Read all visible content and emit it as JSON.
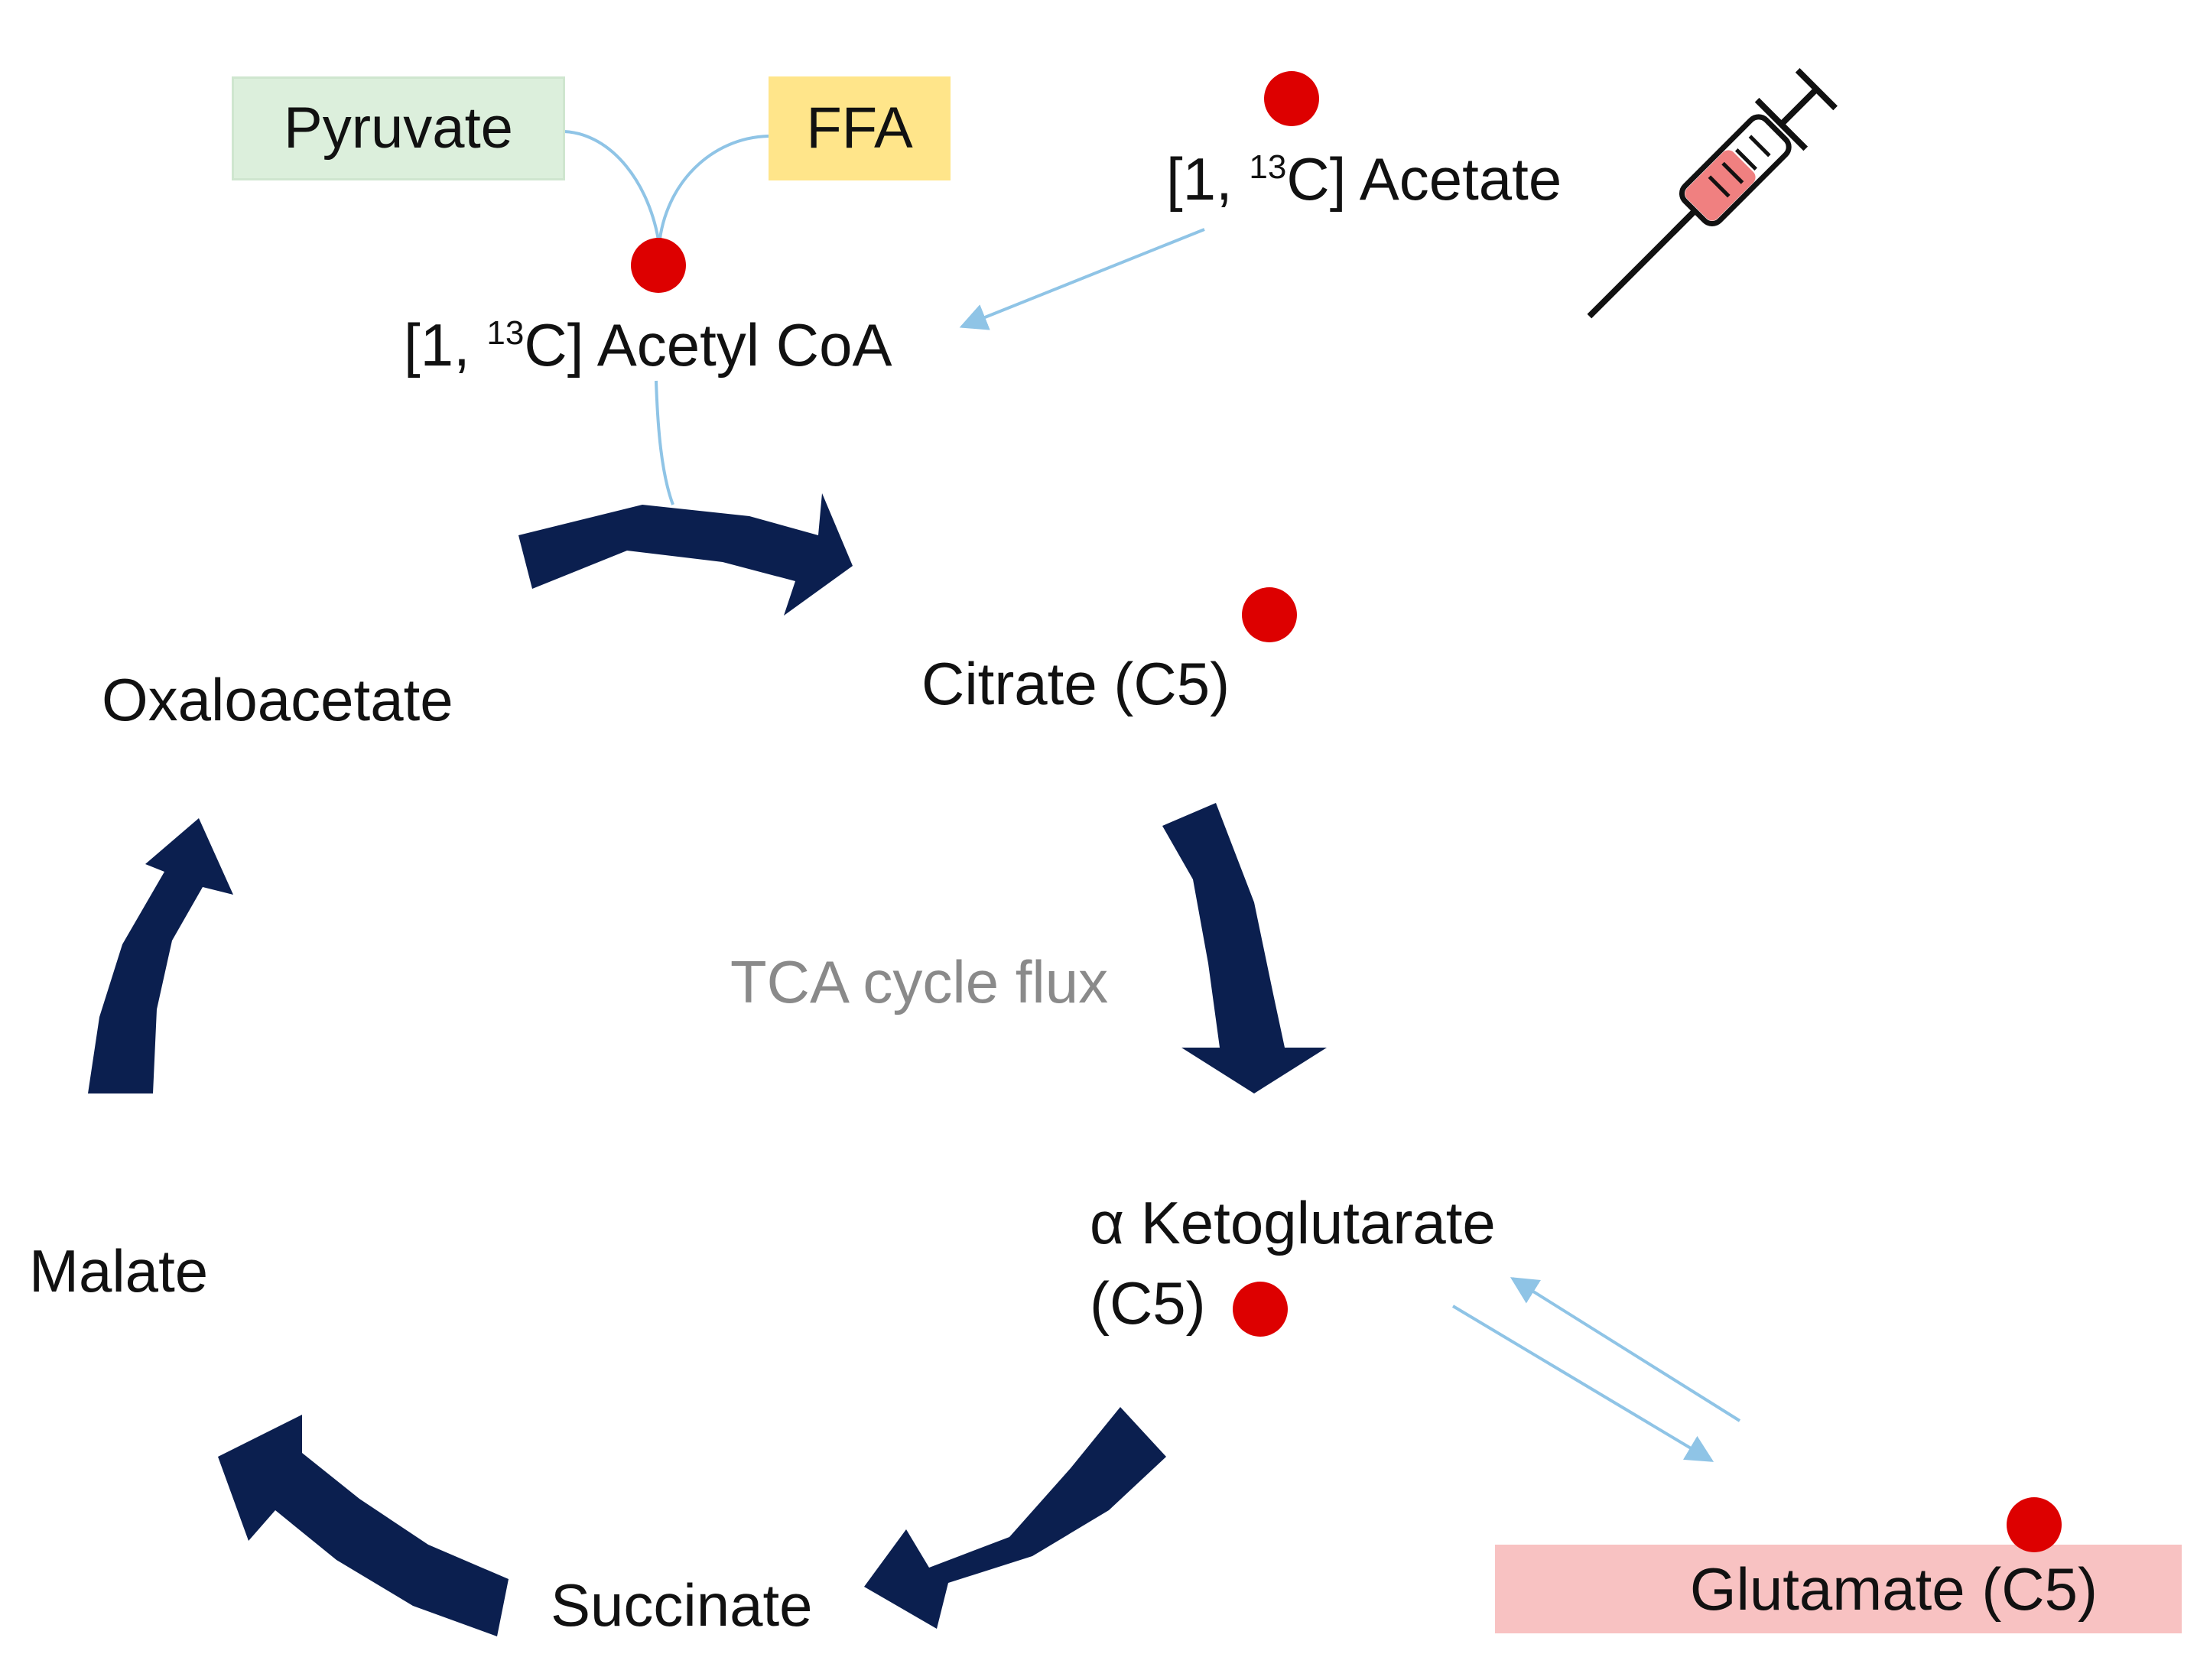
{
  "colors": {
    "cycle_arrow": "#0b1f4f",
    "connector": "#8fc4e6",
    "label_dot": "#dd0000",
    "pyruvate_box": "#dcefdc",
    "ffa_box": "#ffe58a",
    "glutamate_box": "#f8c2c2",
    "flux_text": "#8a8a8a",
    "syringe_fill": "#f08080"
  },
  "inputs": {
    "pyruvate": "Pyruvate",
    "ffa": "FFA",
    "acetate": {
      "prefix": "[1, ",
      "isotope": "13",
      "suffix": "C] Acetate"
    },
    "acetyl_coa": {
      "prefix": "[1, ",
      "isotope": "13",
      "suffix": "C] Acetyl CoA"
    }
  },
  "cycle": {
    "center_label": "TCA cycle flux",
    "oxaloacetate": "Oxaloacetate",
    "citrate": "Citrate (C5)",
    "ketoglutarate_line1": "α Ketoglutarate",
    "ketoglutarate_line2": "(C5)",
    "succinate": "Succinate",
    "malate": "Malate"
  },
  "glutamate": "Glutamate (C5)",
  "icons": {
    "syringe": "syringe-icon",
    "label_marker": "red-dot-13C-label"
  }
}
